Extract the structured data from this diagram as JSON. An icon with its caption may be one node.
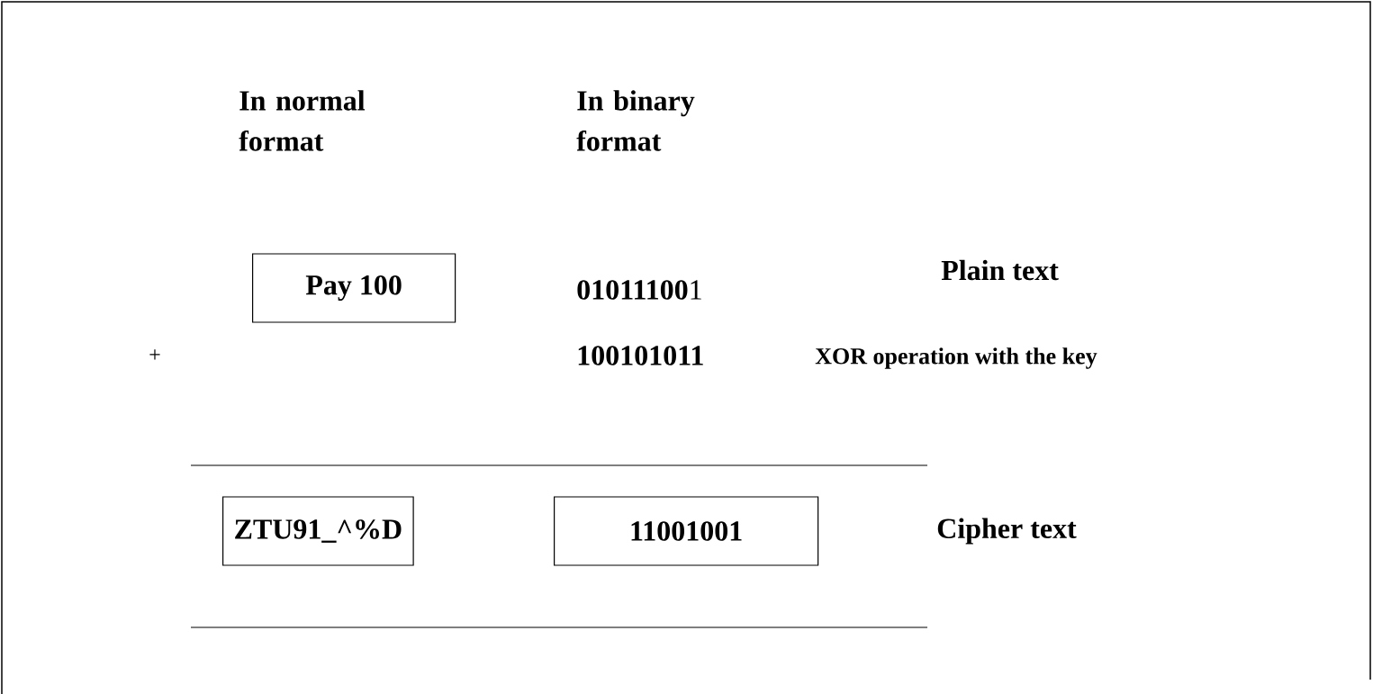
{
  "diagram": {
    "nodes": [
      {
        "text": [
          "Pay 100"
        ]
      },
      {
        "text": [
          "ZTU91_^%D"
        ]
      },
      {
        "text": [
          "11001001"
        ]
      }
    ],
    "labels": [
      "In normal format",
      "In binary format",
      "**01011100**1",
      "Plain text",
      "+",
      "100101011",
      "XOR operation with the key",
      "Cipher text"
    ]
  }
}
